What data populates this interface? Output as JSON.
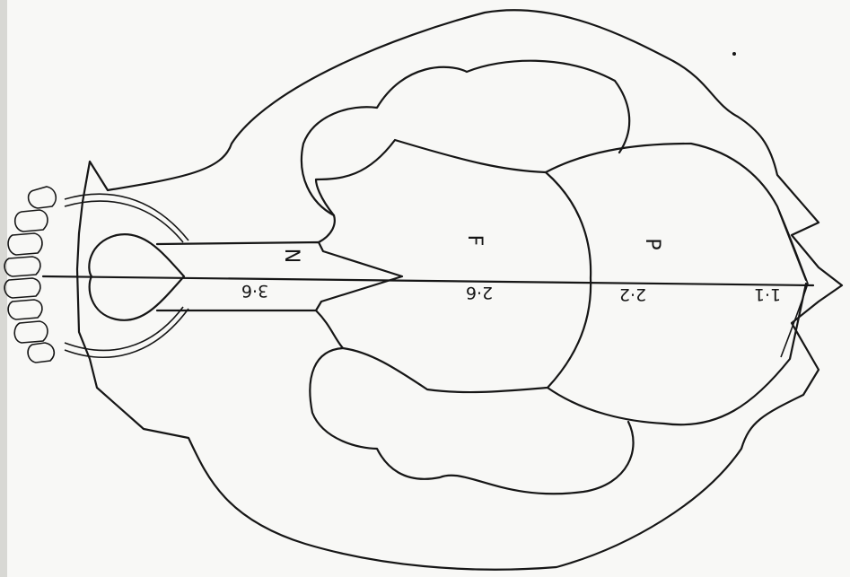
{
  "figure": {
    "region_labels": {
      "nasal": "N",
      "frontal": "F",
      "parietal": "P"
    },
    "measurements": {
      "nasal": "3·6",
      "frontal": "2·6",
      "parietal_front": "2·2",
      "parietal_rear": "1·1"
    }
  }
}
